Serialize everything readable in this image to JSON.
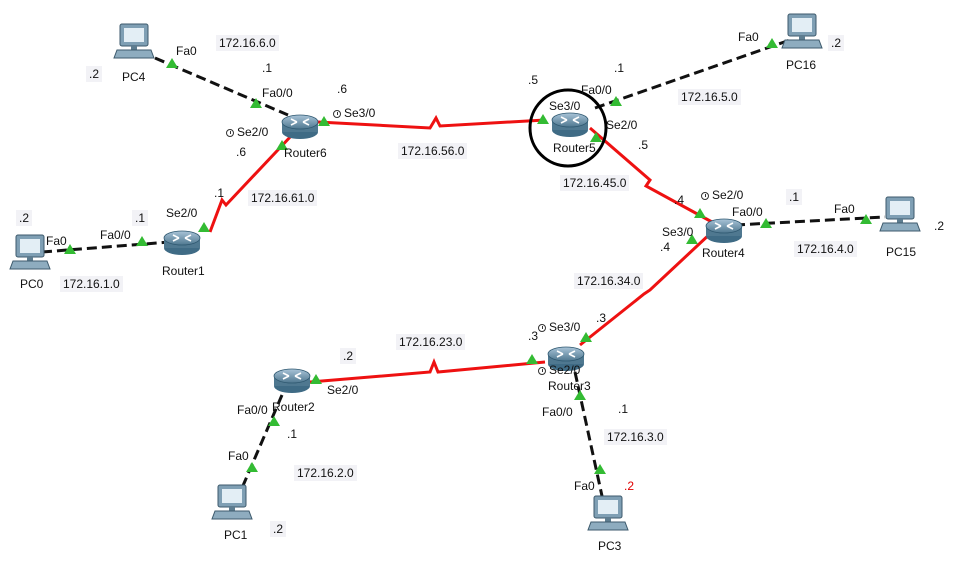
{
  "devices": {
    "router6": {
      "name": "Router6"
    },
    "router5": {
      "name": "Router5"
    },
    "router4": {
      "name": "Router4"
    },
    "router3": {
      "name": "Router3"
    },
    "router2": {
      "name": "Router2"
    },
    "router1": {
      "name": "Router1"
    },
    "pc4": {
      "name": "PC4"
    },
    "pc16": {
      "name": "PC16"
    },
    "pc15": {
      "name": "PC15"
    },
    "pc0": {
      "name": "PC0"
    },
    "pc1": {
      "name": "PC1"
    },
    "pc3": {
      "name": "PC3"
    }
  },
  "networks": {
    "n6": "172.16.6.0",
    "n56": "172.16.56.0",
    "n5": "172.16.5.0",
    "n61": "172.16.61.0",
    "n45": "172.16.45.0",
    "n1": "172.16.1.0",
    "n4": "172.16.4.0",
    "n34": "172.16.34.0",
    "n23": "172.16.23.0",
    "n3": "172.16.3.0",
    "n2": "172.16.2.0"
  },
  "interfaces": {
    "pc4_fa0": "Fa0",
    "r6_fa00": "Fa0/0",
    "r6_se30": "Se3/0",
    "r6_se20": "Se2/0",
    "r5_se30": "Se3/0",
    "r5_fa00": "Fa0/0",
    "r5_se20": "Se2/0",
    "pc16_fa0": "Fa0",
    "r4_se20": "Se2/0",
    "r4_fa00": "Fa0/0",
    "r4_se30": "Se3/0",
    "pc15_fa0": "Fa0",
    "r1_se20": "Se2/0",
    "r1_fa00": "Fa0/0",
    "pc0_fa0": "Fa0",
    "r3_se30": "Se3/0",
    "r3_se20": "Se2/0",
    "r3_fa00": "Fa0/0",
    "pc3_fa0": "Fa0",
    "r2_se20": "Se2/0",
    "r2_fa00": "Fa0/0",
    "pc1_fa0": "Fa0"
  },
  "hosts": {
    "pc4": ".2",
    "r6_fa": ".1",
    "r6_se3": ".6",
    "r6_se2": ".6",
    "r5_se3": ".5",
    "r5_fa": ".1",
    "pc16": ".2",
    "r5_se2": ".5",
    "r1_se2": ".1",
    "r1_fa": ".1",
    "pc0": ".2",
    "r4_se2": ".4",
    "r4_fa": ".1",
    "pc15": ".2",
    "r4_se3": ".4",
    "r3_se3": ".3",
    "r3_se2": ".3",
    "r3_fa": ".1",
    "pc3": ".2",
    "r2_se2": ".2",
    "r2_fa": ".1",
    "pc1": ".2"
  },
  "colors": {
    "serial_link": "#ee1111",
    "ethernet_link": "#111111",
    "port_up": "#33bb33",
    "highlight_circle": "#000000"
  }
}
